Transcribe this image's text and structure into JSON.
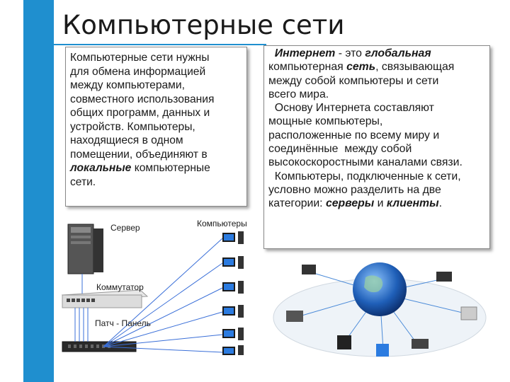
{
  "title": "Компьютерные сети",
  "left_box": {
    "lines": [
      " Компьютерные сети нужны",
      "для обмена информацией",
      "между компьютерами,",
      "совместного использования",
      "общих программ, данных и",
      "устройств. Компьютеры,",
      "находящиеся в одном",
      "помещении, объединяют в"
    ],
    "last_italic": "локальные",
    "last_rest": " компьютерные",
    "final_line": "сети."
  },
  "right_box": {
    "l1_italic_bold": "Интернет",
    "l1_mid": " - это ",
    "l1_italic_bold2": "глобальная",
    "l2_pre": "компьютерная ",
    "l2_italic_bold": "сеть",
    "l2_post": ", связывающая",
    "l3": "между собой компьютеры и сети",
    "l4": "всего мира.",
    "l5": "  Основу Интернета составляют",
    "l6": "мощные компьютеры,",
    "l7": "расположенные по всему миру и",
    "l8": "соединённые  между собой",
    "l9": "высокоскоростными каналами связи.",
    "l10": "  Компьютеры, подключенные к сети,",
    "l11": "условно можно разделить на две",
    "l12_pre": "категории: ",
    "l12_b1": "серверы",
    "l12_mid": " и ",
    "l12_b2": "клиенты",
    "l12_end": "."
  },
  "diagram": {
    "server_label": "Сервер",
    "computers_label": "Компьютеры",
    "switch_label": "Коммутатор",
    "patch_label": "Патч - Панель"
  },
  "colors": {
    "accent": "#1f8fcf",
    "cable": "#3a6fd8"
  }
}
